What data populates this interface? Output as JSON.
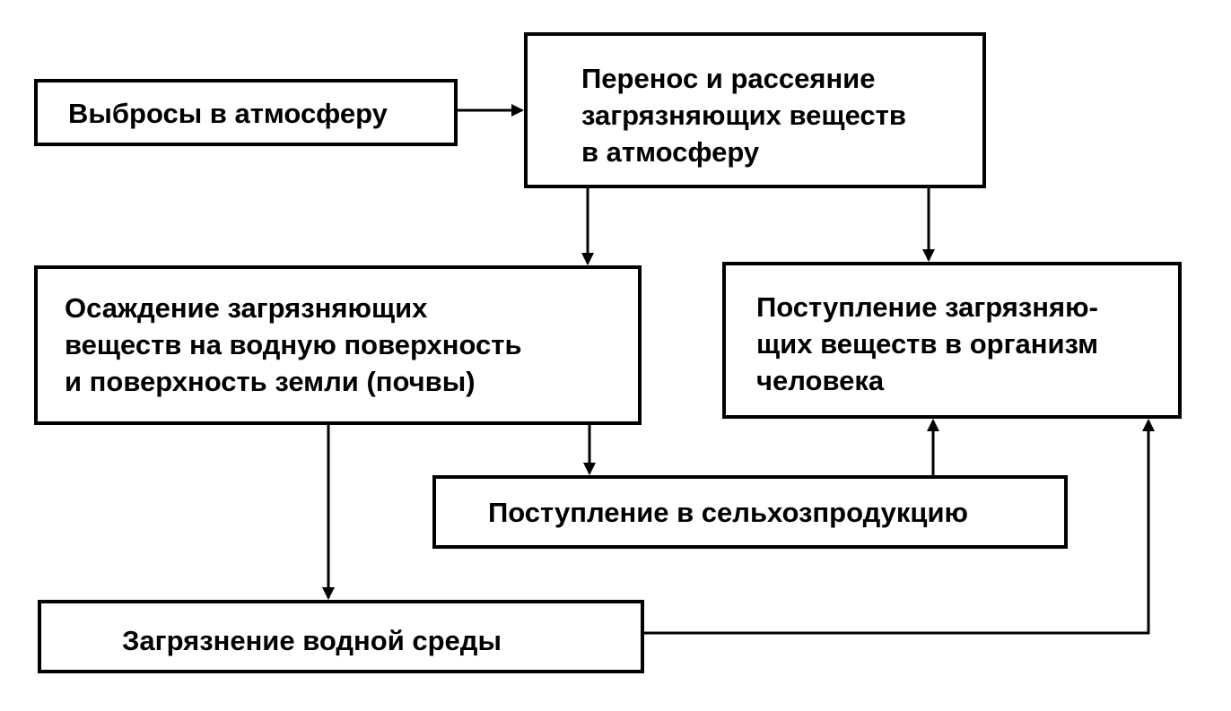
{
  "boxes": {
    "emissions": {
      "lines": [
        "Выбросы в атмосферу"
      ]
    },
    "transfer": {
      "lines": [
        "Перенос и рассеяние",
        "загрязняющих веществ",
        "в атмосферу"
      ]
    },
    "deposition": {
      "lines": [
        "Осаждение загрязняющих",
        "веществ на водную поверхность",
        "и поверхность земли (почвы)"
      ]
    },
    "intake": {
      "lines": [
        "Поступление загрязняю-",
        "щих веществ в организм",
        "человека"
      ]
    },
    "agri": {
      "lines": [
        "Поступление в сельхозпродукцию"
      ]
    },
    "water": {
      "lines": [
        "Загрязнение водной среды"
      ]
    }
  },
  "edges": [
    {
      "from": "emissions",
      "to": "transfer"
    },
    {
      "from": "transfer",
      "to": "deposition"
    },
    {
      "from": "transfer",
      "to": "intake"
    },
    {
      "from": "deposition",
      "to": "agri"
    },
    {
      "from": "deposition",
      "to": "water"
    },
    {
      "from": "agri",
      "to": "intake"
    },
    {
      "from": "water",
      "to": "intake"
    }
  ]
}
